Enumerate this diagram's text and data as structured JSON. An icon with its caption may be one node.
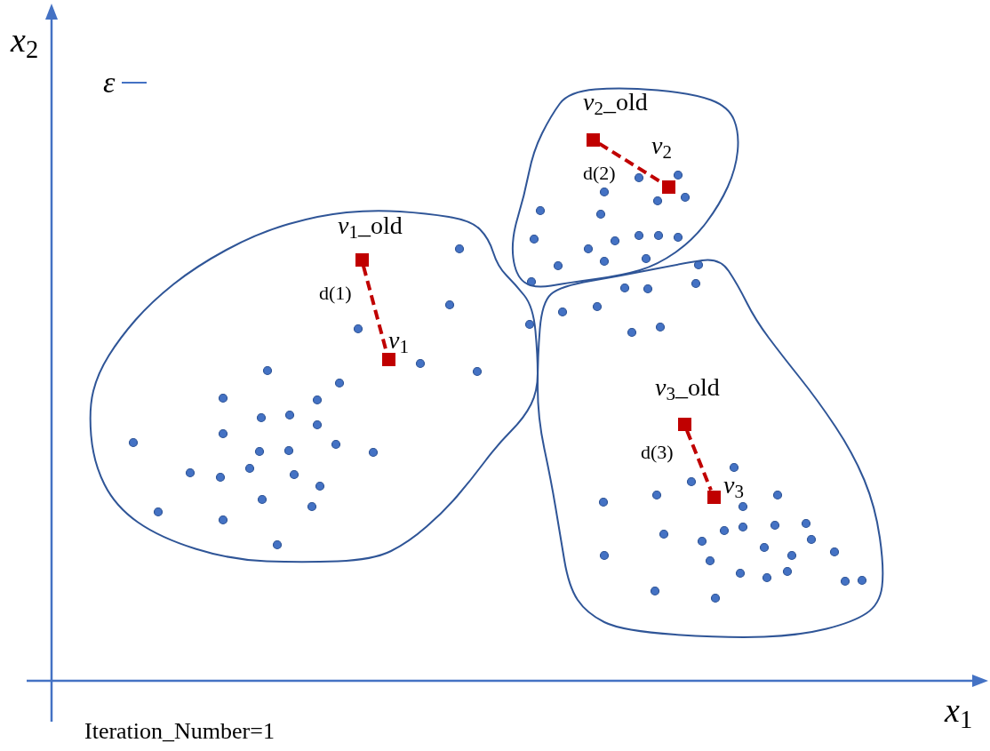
{
  "diagram": {
    "nodes": [
      {
        "text": [],
        "shape": "blob"
      },
      {
        "text": [],
        "shape": "box",
        "in": 0,
        "beside": [
          "*v*$_{1}$_old"
        ]
      },
      {
        "text": [],
        "shape": "box",
        "in": 0,
        "beside": [
          "*v*$_{1}$"
        ]
      },
      {
        "text": [],
        "shape": "blob"
      },
      {
        "text": [],
        "shape": "box",
        "in": 3,
        "beside": [
          "*v*$_{2}$_old"
        ]
      },
      {
        "text": [],
        "shape": "box",
        "in": 3,
        "beside": [
          "*v*$_{2}$"
        ]
      },
      {
        "text": [],
        "shape": "blob"
      },
      {
        "text": [],
        "shape": "box",
        "in": 6,
        "beside": [
          "*v*$_{3}$_old"
        ]
      },
      {
        "text": [],
        "shape": "box",
        "in": 6,
        "beside": [
          "*v*$_{3}$"
        ]
      }
    ],
    "edges": [
      {
        "from": 1,
        "to": 2,
        "arrow": "none",
        "style": "dashed",
        "label": "d(1)"
      },
      {
        "from": 4,
        "to": 5,
        "arrow": "none",
        "style": "dashed",
        "label": "d(2)"
      },
      {
        "from": 7,
        "to": 8,
        "arrow": "none",
        "style": "dashed",
        "label": "d(3)"
      }
    ],
    "labels": [
      "*x*$_{2}$",
      "*x*$_{1}$",
      "Iteration_Number=1"
    ],
    "legend": [
      {
        "text": "ε"
      }
    ]
  }
}
